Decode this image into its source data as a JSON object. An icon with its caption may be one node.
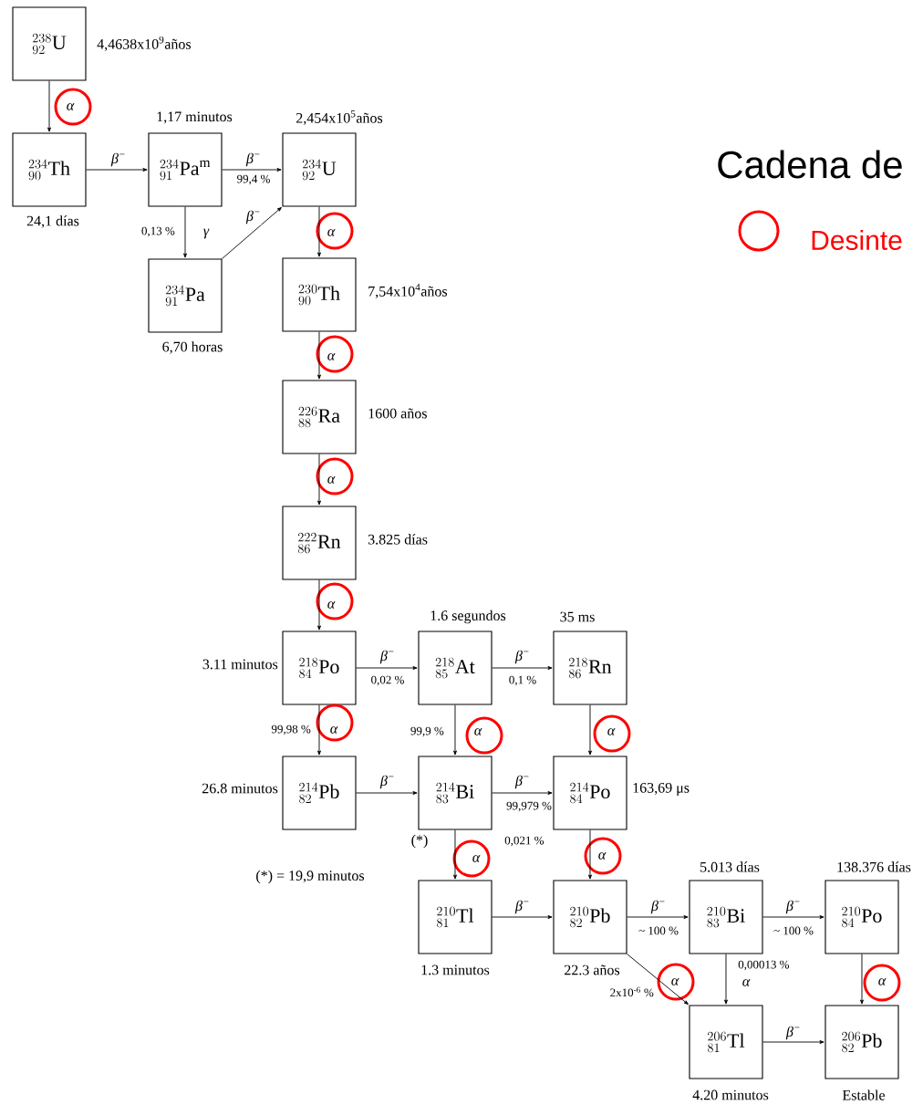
{
  "diagram": {
    "title": "Cadena de",
    "nodes": [
      {
        "text": [
          "{}^{238}_{92}\\mathrm{U}"
        ],
        "beside": [
          "4,4638x10$^{9}$años"
        ]
      },
      {
        "text": [
          "{}^{234}_{90}\\mathrm{Th}"
        ],
        "beside": [
          "24,1 días"
        ]
      },
      {
        "text": [
          "{}^{234}_{91}\\mathrm{Pa}^{\\mathrm{m}}"
        ],
        "beside": [
          "1,17 minutos"
        ]
      },
      {
        "text": [
          "{}^{234}_{92}\\mathrm{U}"
        ],
        "beside": [
          "2,454x10$^{5}$años"
        ]
      },
      {
        "text": [
          "{}^{234}_{91}\\mathrm{Pa}"
        ],
        "beside": [
          "6,70 horas"
        ]
      },
      {
        "text": [
          "{}^{230}_{90}\\mathrm{Th}"
        ],
        "beside": [
          "7,54x10$^{4}$años"
        ]
      },
      {
        "text": [
          "{}^{226}_{88}\\mathrm{Ra}"
        ],
        "beside": [
          "1600 años"
        ]
      },
      {
        "text": [
          "{}^{222}_{86}\\mathrm{Rn}"
        ],
        "beside": [
          "3.825 días"
        ]
      },
      {
        "text": [
          "{}^{218}_{84}\\mathrm{Po}"
        ],
        "beside": [
          "3.11 minutos"
        ]
      },
      {
        "text": [
          "{}^{218}_{85}\\mathrm{At}"
        ],
        "beside": [
          "1.6 segundos"
        ]
      },
      {
        "text": [
          "{}^{218}_{86}\\mathrm{Rn}"
        ],
        "beside": [
          "35 ms"
        ]
      },
      {
        "text": [
          "{}^{214}_{82}\\mathrm{Pb}"
        ],
        "beside": [
          "26.8 minutos"
        ]
      },
      {
        "text": [
          "{}^{214}_{83}\\mathrm{Bi}"
        ],
        "beside": [
          "(*)"
        ]
      },
      {
        "text": [
          "{}^{214}_{84}\\mathrm{Po}"
        ],
        "beside": [
          "163,69 μs"
        ]
      },
      {
        "text": [
          "{}^{210}_{81}\\mathrm{Tl}"
        ],
        "beside": [
          "1.3 minutos"
        ]
      },
      {
        "text": [
          "{}^{210}_{82}\\mathrm{Pb}"
        ],
        "beside": [
          "22.3 años"
        ]
      },
      {
        "text": [
          "{}^{210}_{83}\\mathrm{Bi}"
        ],
        "beside": [
          "5.013 días"
        ]
      },
      {
        "text": [
          "{}^{210}_{84}\\mathrm{Po}"
        ],
        "beside": [
          "138.376 días"
        ]
      },
      {
        "text": [
          "{}^{206}_{81}\\mathrm{Tl}"
        ],
        "beside": [
          "4.20 minutos"
        ]
      },
      {
        "text": [
          "{}^{206}_{82}\\mathrm{Pb}"
        ],
        "beside": [
          "Estable"
        ]
      }
    ],
    "edges": [
      {
        "from": 0,
        "to": 1,
        "arrow": "to",
        "label": "α"
      },
      {
        "from": 1,
        "to": 2,
        "arrow": "to",
        "label": "β$^{−}$"
      },
      {
        "from": 2,
        "to": 3,
        "arrow": "to",
        "label": "β$^{−}$"
      },
      {
        "from": 2,
        "to": 4,
        "arrow": "to",
        "label": "γ"
      },
      {
        "from": 4,
        "to": 3,
        "arrow": "to",
        "label": "β$^{−}$"
      },
      {
        "from": 3,
        "to": 5,
        "arrow": "to",
        "label": "α"
      },
      {
        "from": 5,
        "to": 6,
        "arrow": "to",
        "label": "α"
      },
      {
        "from": 6,
        "to": 7,
        "arrow": "to",
        "label": "α"
      },
      {
        "from": 7,
        "to": 8,
        "arrow": "to",
        "label": "α"
      },
      {
        "from": 8,
        "to": 9,
        "arrow": "to",
        "label": "β$^{−}$"
      },
      {
        "from": 9,
        "to": 10,
        "arrow": "to",
        "label": "β$^{−}$"
      },
      {
        "from": 8,
        "to": 11,
        "arrow": "to",
        "label": "α"
      },
      {
        "from": 9,
        "to": 12,
        "arrow": "to",
        "label": "α"
      },
      {
        "from": 10,
        "to": 13,
        "arrow": "to",
        "label": "α"
      },
      {
        "from": 11,
        "to": 12,
        "arrow": "to",
        "label": "β$^{−}$"
      },
      {
        "from": 12,
        "to": 13,
        "arrow": "to",
        "label": "β$^{−}$"
      },
      {
        "from": 12,
        "to": 14,
        "arrow": "to",
        "label": "α"
      },
      {
        "from": 13,
        "to": 15,
        "arrow": "to",
        "label": "α"
      },
      {
        "from": 14,
        "to": 15,
        "arrow": "to",
        "label": "β$^{−}$"
      },
      {
        "from": 15,
        "to": 16,
        "arrow": "to",
        "label": "β$^{−}$"
      },
      {
        "from": 16,
        "to": 17,
        "arrow": "to",
        "label": "β$^{−}$"
      },
      {
        "from": 15,
        "to": 18,
        "arrow": "to",
        "label": "α"
      },
      {
        "from": 16,
        "to": 18,
        "arrow": "to",
        "label": "α"
      },
      {
        "from": 17,
        "to": 19,
        "arrow": "to",
        "label": "α"
      },
      {
        "from": 18,
        "to": 19,
        "arrow": "to",
        "label": "β$^{−}$"
      }
    ],
    "labels": [
      "99,4 %",
      "0,13 %",
      "0,02 %",
      "0,1 %",
      "99,98 %",
      "99,9 %",
      "99,979 %",
      "0,021 %",
      "(*) = 19,9 minutos",
      "~ 100 %",
      "~ 100 %",
      "0,00013 %",
      "2x10$^{-6}$ %"
    ],
    "legend": [
      {
        "text": "Desinte"
      }
    ]
  }
}
